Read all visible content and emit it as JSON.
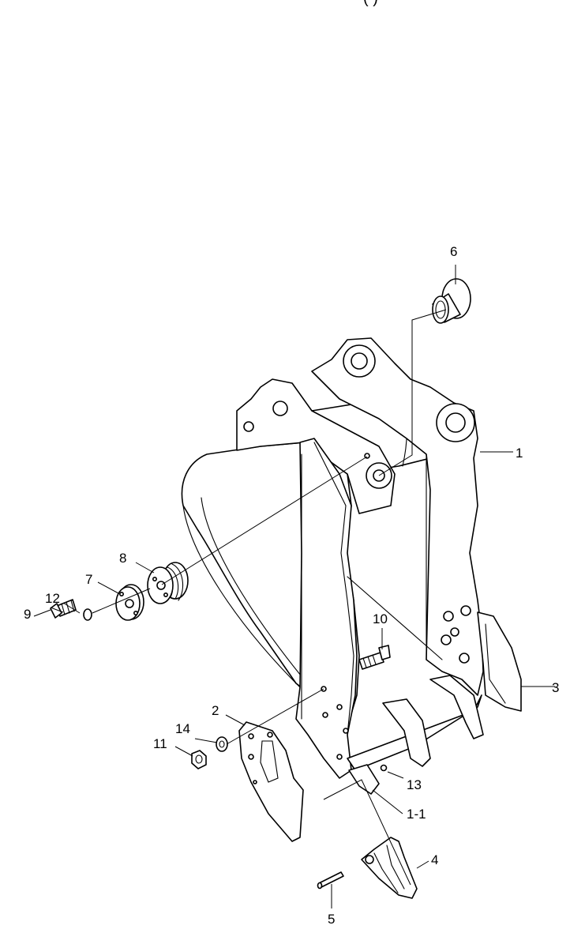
{
  "header": {
    "text": "(          )"
  },
  "callouts": {
    "c1": "1",
    "c1_1": "1-1",
    "c2": "2",
    "c3": "3",
    "c4": "4",
    "c5": "5",
    "c6": "6",
    "c7": "7",
    "c8": "8",
    "c9": "9",
    "c10": "10",
    "c11": "11",
    "c12": "12",
    "c13": "13",
    "c14": "14"
  }
}
